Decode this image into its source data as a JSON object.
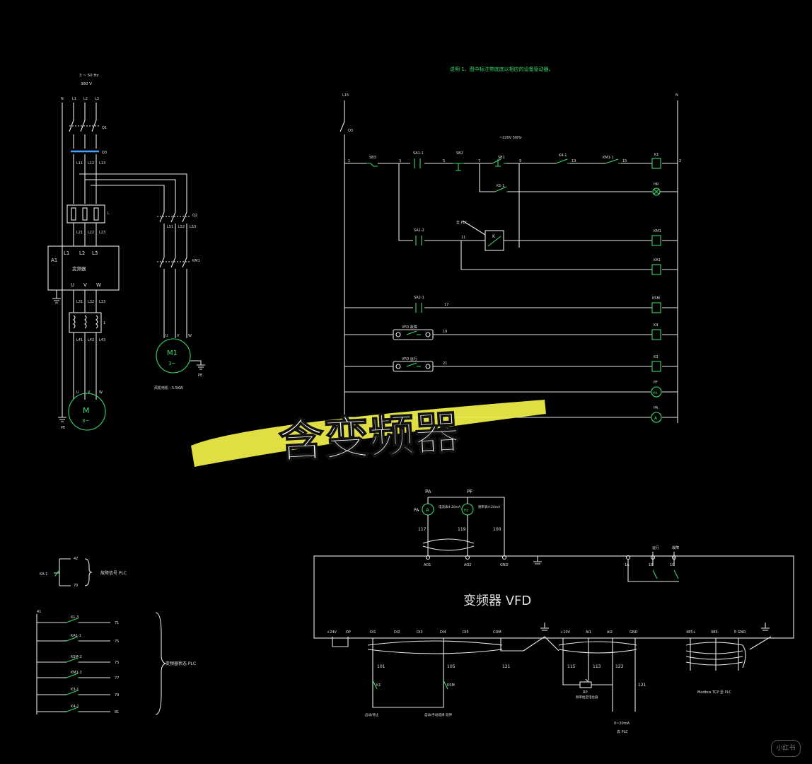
{
  "note": "说明  1、图中标注带底底以相应的设备驱动器。",
  "power": {
    "supply": "3 ~ 50 Hz",
    "voltage": "380 V",
    "ctrl_voltage": "~220V   50Hz",
    "ctrl_l": "L15",
    "ctrl_n": "N"
  },
  "main_labels": {
    "n": "N",
    "l1": "L1",
    "l2": "L2",
    "l3": "L3",
    "q1": "Q1",
    "q3": "Q3",
    "l11": "L11",
    "l12": "L12",
    "l13": "L13",
    "l21": "L21",
    "l22": "L22",
    "l23": "L23",
    "l31": "L31",
    "l32": "L32",
    "l33": "L33",
    "l41": "L41",
    "l42": "L42",
    "l43": "L43",
    "l51": "L51",
    "l52": "L52",
    "l53": "L53",
    "reactor_in": "L",
    "reactor_out": "1",
    "a1": "A1",
    "vfd_l1": "L1",
    "vfd_l2": "L2",
    "vfd_l3": "L3",
    "vfd_name": "变频器",
    "u": "U",
    "v": "V",
    "w": "W",
    "km1": "KM1",
    "q2": "Q2",
    "m1": "M1",
    "m1_phase": "3~",
    "m1_rating": "风机电机 : 5.5KW",
    "m": "M",
    "m_phase": "3~",
    "pe": "PE"
  },
  "ctrl": {
    "nodes": [
      "1",
      "3",
      "5",
      "7",
      "9",
      "13",
      "15",
      "2",
      "11",
      "17",
      "19",
      "21"
    ],
    "sb3": "SB3",
    "sa11": "SA1-1",
    "sb2": "SB2",
    "sb1": "SB1",
    "k41": "K4-1",
    "km11": "KM1-1",
    "k1": "K1",
    "k11": "K1-1",
    "hr": "HR",
    "sa12": "SA1-2",
    "k_box": "K",
    "plc_note": "去 PLC",
    "km1": "KM1",
    "ka1": "KA1",
    "sa21": "SA2-1",
    "ksm": "KSM",
    "vfd_fault": "VFD  故障",
    "k4": "K4",
    "vfd_run": "VFD  运行",
    "k3": "K3",
    "pf": "PF",
    "hz": "Hz",
    "pa": "PA",
    "a": "A"
  },
  "banner": {
    "text": "含变频器",
    "color": "#f2f24a"
  },
  "plc_left": {
    "ka1_label": "KA-1",
    "t1": "42",
    "t2": "70",
    "to_plc": "故障信号 PLC",
    "bus": "41",
    "to_plc2": "变频器状态 PLC",
    "rows": [
      {
        "label": "K1-3",
        "num": "71"
      },
      {
        "label": "KA1-1",
        "num": "75"
      },
      {
        "label": "KSM-2",
        "num": "75"
      },
      {
        "label": "KM1-2",
        "num": "77"
      },
      {
        "label": "K3-1",
        "num": "79"
      },
      {
        "label": "K4-2",
        "num": "81"
      }
    ]
  },
  "vfd": {
    "title": "变频器 VFD",
    "pa": "PA",
    "pf": "PF",
    "a": "A",
    "hz": "Hz",
    "pa_note": "电流表4-20mA",
    "pf_note": "频率表4-20mA",
    "w117": "117",
    "w119": "119",
    "w100": "100",
    "ao1": "AO1",
    "ao2": "AO2",
    "gnd": "GND",
    "ta": "1A",
    "tb": "1B",
    "tc": "1C",
    "run": "运行",
    "fault": "故障",
    "bottom_terms": [
      "+24V",
      "OP",
      "DI1",
      "DI2",
      "DI3",
      "DI4",
      "DI5",
      "COM",
      "+10V",
      "AI1",
      "AI2",
      "GND",
      "485+",
      "485-",
      "E GND"
    ],
    "w101": "101",
    "w105": "105",
    "w121": "121",
    "w115": "115",
    "w113": "113",
    "w123": "123",
    "w121b": "121",
    "k1": "K1",
    "ksm": "KSM",
    "rp": "RP",
    "rp_note": "频率给定电位器",
    "run_note": "启动/停止",
    "mode_note": "自动/手动选择 延伸",
    "ai_note": "0~20mA",
    "ai_plc": "去 PLC",
    "modbus": "Modbus TCP 至 PLC"
  },
  "watermark": "小红书"
}
